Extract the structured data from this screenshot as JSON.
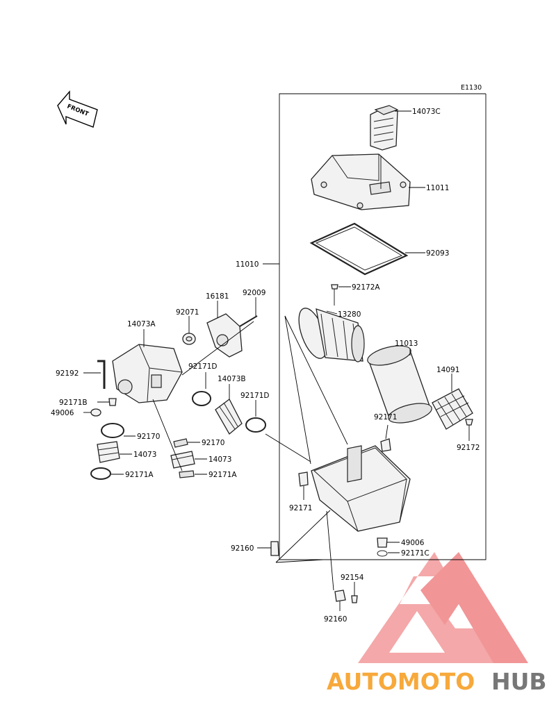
{
  "diagram_code": "E1130",
  "front_label": "FRONT",
  "assembly_label": "11010",
  "parts": [
    {
      "id": "14073C"
    },
    {
      "id": "11011"
    },
    {
      "id": "92093"
    },
    {
      "id": "92172A"
    },
    {
      "id": "13280"
    },
    {
      "id": "11013"
    },
    {
      "id": "14091"
    },
    {
      "id": "92172"
    },
    {
      "id": "92171"
    },
    {
      "id": "92171"
    },
    {
      "id": "49006"
    },
    {
      "id": "92171C"
    },
    {
      "id": "92154"
    },
    {
      "id": "92160"
    },
    {
      "id": "92160"
    },
    {
      "id": "16181"
    },
    {
      "id": "92009"
    },
    {
      "id": "92071"
    },
    {
      "id": "14073A"
    },
    {
      "id": "92192"
    },
    {
      "id": "92171B"
    },
    {
      "id": "49006"
    },
    {
      "id": "92171D"
    },
    {
      "id": "14073B"
    },
    {
      "id": "92171D"
    },
    {
      "id": "92170"
    },
    {
      "id": "92170"
    },
    {
      "id": "14073"
    },
    {
      "id": "14073"
    },
    {
      "id": "92171A"
    },
    {
      "id": "92171A"
    }
  ],
  "watermark": {
    "brand_part_1": "AUTOMOTO",
    "brand_part_2": "HUB",
    "color_1": "#f7a93b",
    "color_2": "#777777",
    "logo_color": "#f0888a"
  }
}
